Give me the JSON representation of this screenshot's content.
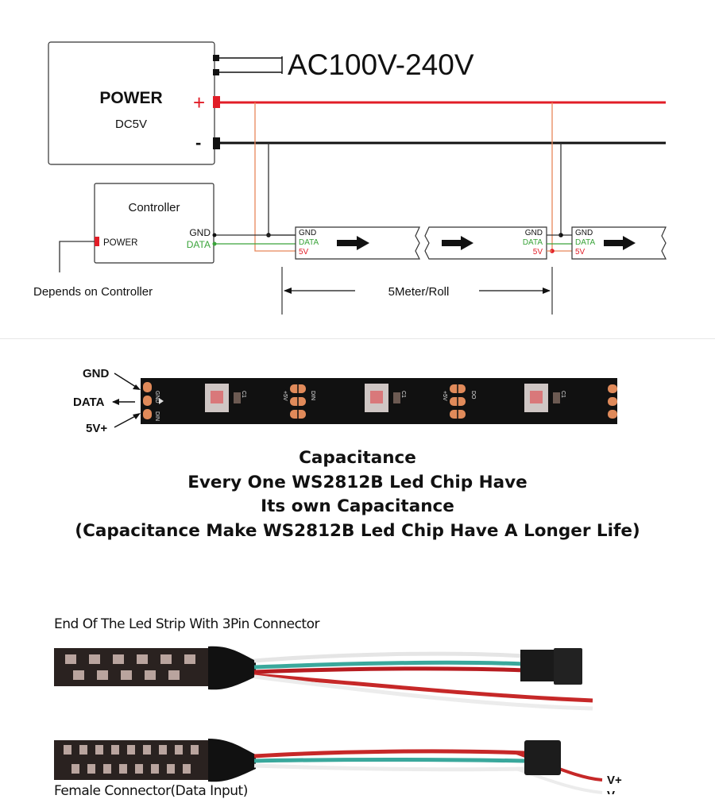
{
  "wiring": {
    "ac_label": "AC100V-240V",
    "power_title": "POWER",
    "power_sub": "DC5V",
    "plus": "+",
    "minus": "-",
    "controller_title": "Controller",
    "controller_power": "POWER",
    "controller_gnd": "GND",
    "controller_data": "DATA",
    "depends": "Depends on Controller",
    "strip_gnd": "GND",
    "strip_data": "DATA",
    "strip_5v": "5V",
    "roll_label": "5Meter/Roll"
  },
  "strip": {
    "pin_gnd": "GND",
    "pin_data": "DATA",
    "pin_5v": "5V+",
    "pad_labels": [
      "GND",
      "DIN",
      "+5V",
      "DO",
      "C1"
    ]
  },
  "caption": {
    "line1": "Capacitance",
    "line2": "Every One WS2812B Led Chip Have",
    "line3": "Its own Capacitance",
    "line4": "(Capacitance Make WS2812B Led Chip Have A Longer Life)"
  },
  "photo": {
    "title": "End Of The Led Strip With 3Pin Connector",
    "title2": "Female Connector(Data Input)",
    "vplus": "V+",
    "vminus": "V-"
  },
  "colors": {
    "red": "#e11d27",
    "data_green": "#3aa43a",
    "orange_wire": "#e8875a",
    "strip_black": "#111111",
    "pad_copper": "#e08a5a"
  }
}
